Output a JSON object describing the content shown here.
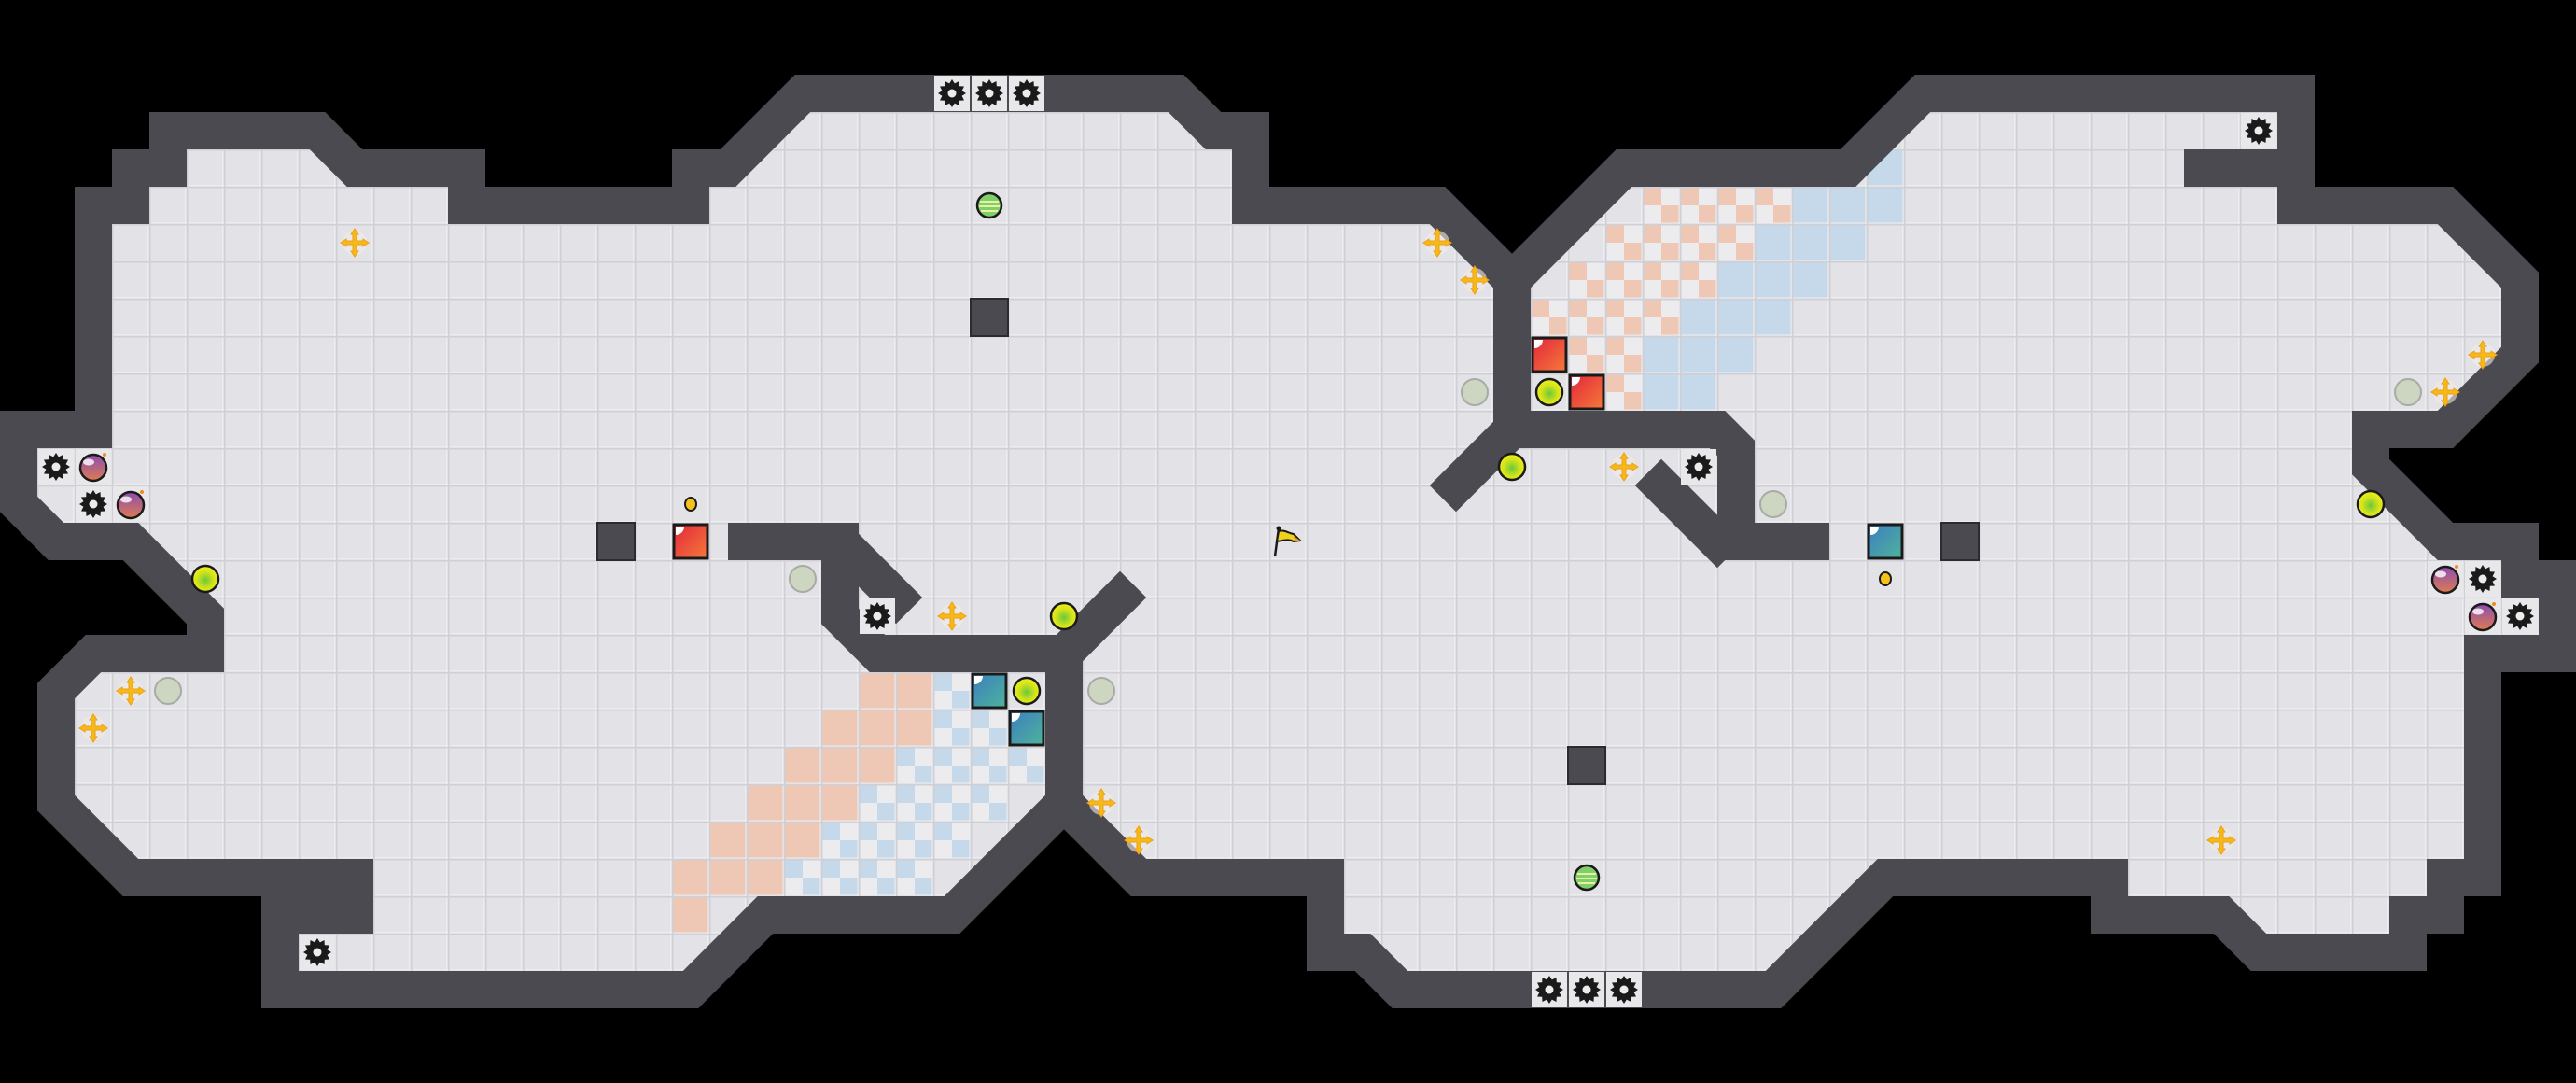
{
  "colors": {
    "background": "#000000",
    "floor": "#e3e3e7",
    "grid_line": "#cfcfd5",
    "wall": "#4a4a50",
    "peach": "#efc7b5",
    "blue": "#c5d9ea"
  },
  "zones": {
    "peach_solid": [
      [
        23,
        18
      ],
      [
        24,
        18
      ],
      [
        22,
        19
      ],
      [
        23,
        19
      ],
      [
        24,
        19
      ],
      [
        21,
        20
      ],
      [
        22,
        20
      ],
      [
        23,
        20
      ],
      [
        20,
        21
      ],
      [
        21,
        21
      ],
      [
        22,
        21
      ],
      [
        19,
        22
      ],
      [
        20,
        22
      ],
      [
        21,
        22
      ],
      [
        18,
        23
      ],
      [
        19,
        23
      ],
      [
        20,
        23
      ],
      [
        18,
        24
      ]
    ],
    "blue_checker": [
      [
        25,
        18
      ],
      [
        25,
        19
      ],
      [
        26,
        19
      ],
      [
        24,
        20
      ],
      [
        25,
        20
      ],
      [
        26,
        20
      ],
      [
        27,
        20
      ],
      [
        23,
        21
      ],
      [
        24,
        21
      ],
      [
        25,
        21
      ],
      [
        26,
        21
      ],
      [
        22,
        22
      ],
      [
        23,
        22
      ],
      [
        24,
        22
      ],
      [
        25,
        22
      ],
      [
        21,
        23
      ],
      [
        22,
        23
      ],
      [
        23,
        23
      ],
      [
        24,
        23
      ]
    ],
    "peach_checker": [
      [
        44,
        5
      ],
      [
        45,
        5
      ],
      [
        46,
        5
      ],
      [
        47,
        5
      ],
      [
        43,
        6
      ],
      [
        44,
        6
      ],
      [
        45,
        6
      ],
      [
        46,
        6
      ],
      [
        42,
        7
      ],
      [
        43,
        7
      ],
      [
        44,
        7
      ],
      [
        45,
        7
      ],
      [
        41,
        8
      ],
      [
        42,
        8
      ],
      [
        43,
        8
      ],
      [
        44,
        8
      ],
      [
        42,
        9
      ],
      [
        43,
        9
      ],
      [
        43,
        10
      ]
    ],
    "blue_solid": [
      [
        50,
        4
      ],
      [
        48,
        5
      ],
      [
        49,
        5
      ],
      [
        50,
        5
      ],
      [
        47,
        6
      ],
      [
        48,
        6
      ],
      [
        49,
        6
      ],
      [
        46,
        7
      ],
      [
        47,
        7
      ],
      [
        48,
        7
      ],
      [
        45,
        8
      ],
      [
        46,
        8
      ],
      [
        47,
        8
      ],
      [
        44,
        9
      ],
      [
        45,
        9
      ],
      [
        46,
        9
      ],
      [
        44,
        10
      ],
      [
        45,
        10
      ]
    ]
  },
  "blocks": [
    [
      26,
      8
    ],
    [
      16,
      14
    ],
    [
      52,
      14
    ],
    [
      42,
      20
    ]
  ],
  "items": [
    {
      "type": "gear",
      "col": 25,
      "row": 2
    },
    {
      "type": "gear",
      "col": 26,
      "row": 2
    },
    {
      "type": "gear",
      "col": 27,
      "row": 2
    },
    {
      "type": "gear",
      "col": 1,
      "row": 12
    },
    {
      "type": "gear",
      "col": 2,
      "row": 13
    },
    {
      "type": "gear",
      "col": 8,
      "row": 25
    },
    {
      "type": "gear",
      "col": 23,
      "row": 16
    },
    {
      "type": "gear",
      "col": 45,
      "row": 12
    },
    {
      "type": "gear",
      "col": 60,
      "row": 3
    },
    {
      "type": "gear",
      "col": 66,
      "row": 15
    },
    {
      "type": "gear",
      "col": 67,
      "row": 16
    },
    {
      "type": "gear",
      "col": 41,
      "row": 26
    },
    {
      "type": "gear",
      "col": 42,
      "row": 26
    },
    {
      "type": "gear",
      "col": 43,
      "row": 26
    },
    {
      "type": "bomb",
      "col": 2,
      "row": 12
    },
    {
      "type": "bomb",
      "col": 3,
      "row": 13
    },
    {
      "type": "bomb",
      "col": 65,
      "row": 15
    },
    {
      "type": "bomb",
      "col": 66,
      "row": 16
    },
    {
      "type": "orb",
      "col": 5,
      "row": 15
    },
    {
      "type": "orb",
      "col": 28,
      "row": 16
    },
    {
      "type": "orb",
      "col": 27,
      "row": 18
    },
    {
      "type": "orb",
      "col": 41,
      "row": 10
    },
    {
      "type": "orb",
      "col": 40,
      "row": 12
    },
    {
      "type": "orb",
      "col": 63,
      "row": 13
    },
    {
      "type": "faded-orb",
      "col": 21,
      "row": 15
    },
    {
      "type": "faded-orb",
      "col": 4,
      "row": 18
    },
    {
      "type": "faded-orb",
      "col": 29,
      "row": 18
    },
    {
      "type": "faded-orb",
      "col": 39,
      "row": 10
    },
    {
      "type": "faded-orb",
      "col": 47,
      "row": 13
    },
    {
      "type": "faded-orb",
      "col": 64,
      "row": 10
    },
    {
      "type": "striped-orb",
      "col": 26,
      "row": 5
    },
    {
      "type": "striped-orb",
      "col": 42,
      "row": 23
    },
    {
      "type": "move-arrows",
      "col": 9,
      "row": 6
    },
    {
      "type": "move-arrows",
      "col": 38,
      "row": 6
    },
    {
      "type": "move-arrows",
      "col": 39,
      "row": 7
    },
    {
      "type": "move-arrows",
      "col": 43,
      "row": 12
    },
    {
      "type": "move-arrows",
      "col": 25,
      "row": 16
    },
    {
      "type": "move-arrows",
      "col": 3,
      "row": 18
    },
    {
      "type": "move-arrows",
      "col": 2,
      "row": 19
    },
    {
      "type": "move-arrows",
      "col": 29,
      "row": 21
    },
    {
      "type": "move-arrows",
      "col": 30,
      "row": 22
    },
    {
      "type": "move-arrows",
      "col": 59,
      "row": 22
    },
    {
      "type": "move-arrows",
      "col": 66,
      "row": 9
    },
    {
      "type": "move-arrows",
      "col": 65,
      "row": 10
    },
    {
      "type": "red-crate",
      "col": 18,
      "row": 14
    },
    {
      "type": "red-crate",
      "col": 41,
      "row": 9
    },
    {
      "type": "red-crate",
      "col": 42,
      "row": 10
    },
    {
      "type": "teal-crate",
      "col": 26,
      "row": 18
    },
    {
      "type": "teal-crate",
      "col": 27,
      "row": 19
    },
    {
      "type": "teal-crate",
      "col": 50,
      "row": 14
    },
    {
      "type": "coin",
      "col": 18,
      "row": 13
    },
    {
      "type": "coin",
      "col": 50,
      "row": 15
    },
    {
      "type": "flag",
      "col": 34,
      "row": 14
    }
  ]
}
